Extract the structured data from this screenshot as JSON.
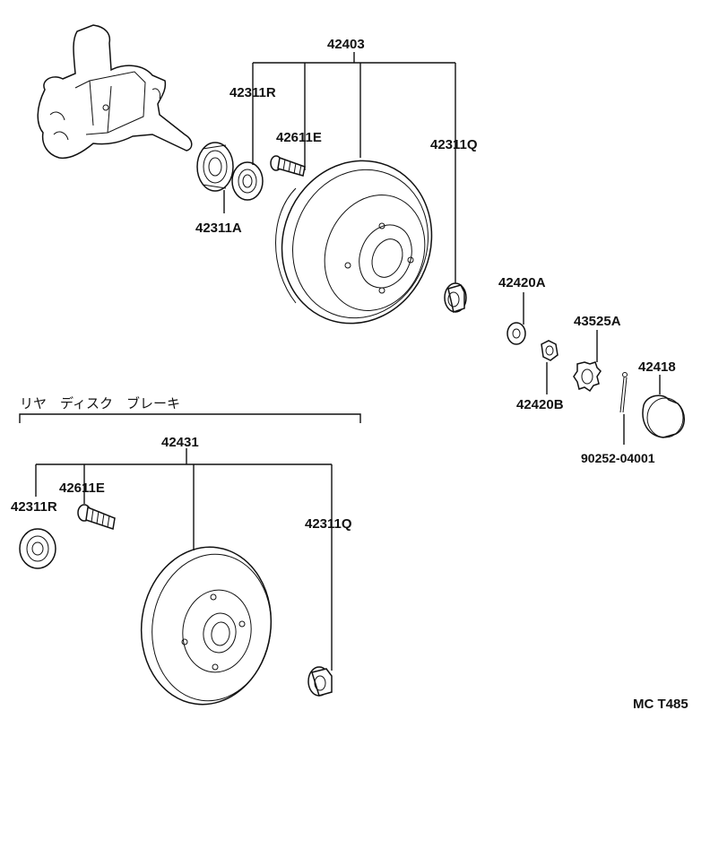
{
  "section_title": "リヤ　ディスク　ブレーキ",
  "drawing_code": "MC T485",
  "labels": {
    "drum_assy": "42403",
    "bearing_outer_upper": "42311R",
    "hub_bolt_upper": "42611E",
    "bearing_inner_upper": "42311Q",
    "bearing_kit": "42311A",
    "washer": "42420A",
    "lock_cap": "43525A",
    "nut": "42420B",
    "grease_cap": "42418",
    "cotter_pin": "90252-04001",
    "disc_assy": "42431",
    "hub_bolt_lower": "42611E",
    "bearing_outer_lower": "42311R",
    "bearing_inner_lower": "42311Q"
  }
}
